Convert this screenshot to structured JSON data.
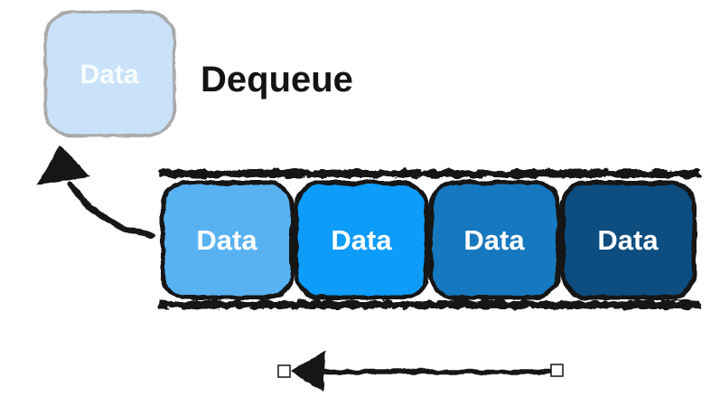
{
  "title": "Dequeue",
  "background_color": "#FFFFFF",
  "ink_color": "#141414",
  "dequeued_item": {
    "label": "Data",
    "fill_color": "#C9E2F9",
    "border_color": "#AAAAAA",
    "label_color": "#FFFFFF"
  },
  "queue": {
    "items": [
      {
        "label": "Data",
        "fill_color": "#58B2F2"
      },
      {
        "label": "Data",
        "fill_color": "#0A9CFA"
      },
      {
        "label": "Data",
        "fill_color": "#1878BE"
      },
      {
        "label": "Data",
        "fill_color": "#0E4D80"
      }
    ],
    "item_label_color": "#FFFFFF",
    "item_border_color": "#141414"
  },
  "arrows": {
    "dequeue_arrow": {
      "icon": "curved-arrow-up-left",
      "color": "#141414"
    },
    "direction_arrow": {
      "icon": "arrow-left",
      "color": "#141414",
      "endpoint_handle_fill": "#FFFFFF"
    }
  }
}
